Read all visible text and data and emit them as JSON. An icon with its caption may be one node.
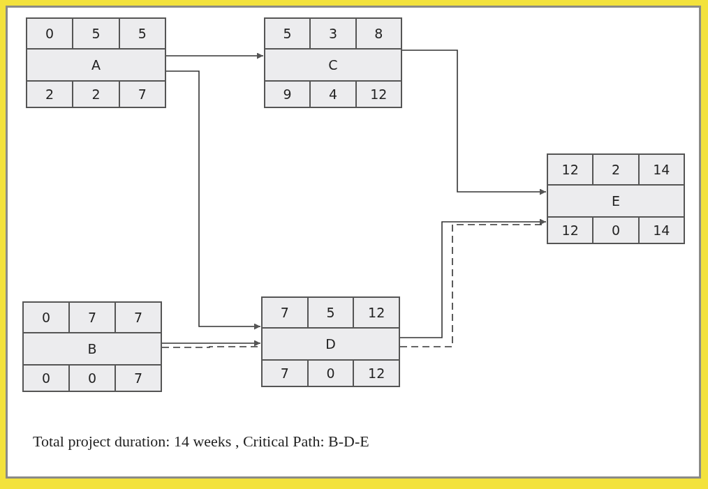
{
  "diagram": {
    "caption": "Total project duration: 14 weeks , Critical Path: B-D-E",
    "nodes": [
      {
        "text": [
          "0",
          "5",
          "5",
          "A",
          "2",
          "2",
          "7"
        ]
      },
      {
        "text": [
          "5",
          "3",
          "8",
          "C",
          "9",
          "4",
          "12"
        ]
      },
      {
        "text": [
          "12",
          "2",
          "14",
          "E",
          "12",
          "0",
          "14"
        ]
      },
      {
        "text": [
          "0",
          "7",
          "7",
          "B",
          "0",
          "0",
          "7"
        ]
      },
      {
        "text": [
          "7",
          "5",
          "12",
          "D",
          "7",
          "0",
          "12"
        ]
      }
    ],
    "edges": [
      {
        "from": 0,
        "to": 1,
        "arrow": "to"
      },
      {
        "from": 0,
        "to": 4,
        "arrow": "to"
      },
      {
        "from": 1,
        "to": 2,
        "arrow": "to"
      },
      {
        "from": 3,
        "to": 4,
        "arrow": "to"
      },
      {
        "from": 3,
        "to": 4,
        "arrow": "none",
        "style": "dashed"
      },
      {
        "from": 4,
        "to": 2,
        "arrow": "to"
      },
      {
        "from": 4,
        "to": 2,
        "arrow": "none",
        "style": "dashed"
      }
    ]
  }
}
